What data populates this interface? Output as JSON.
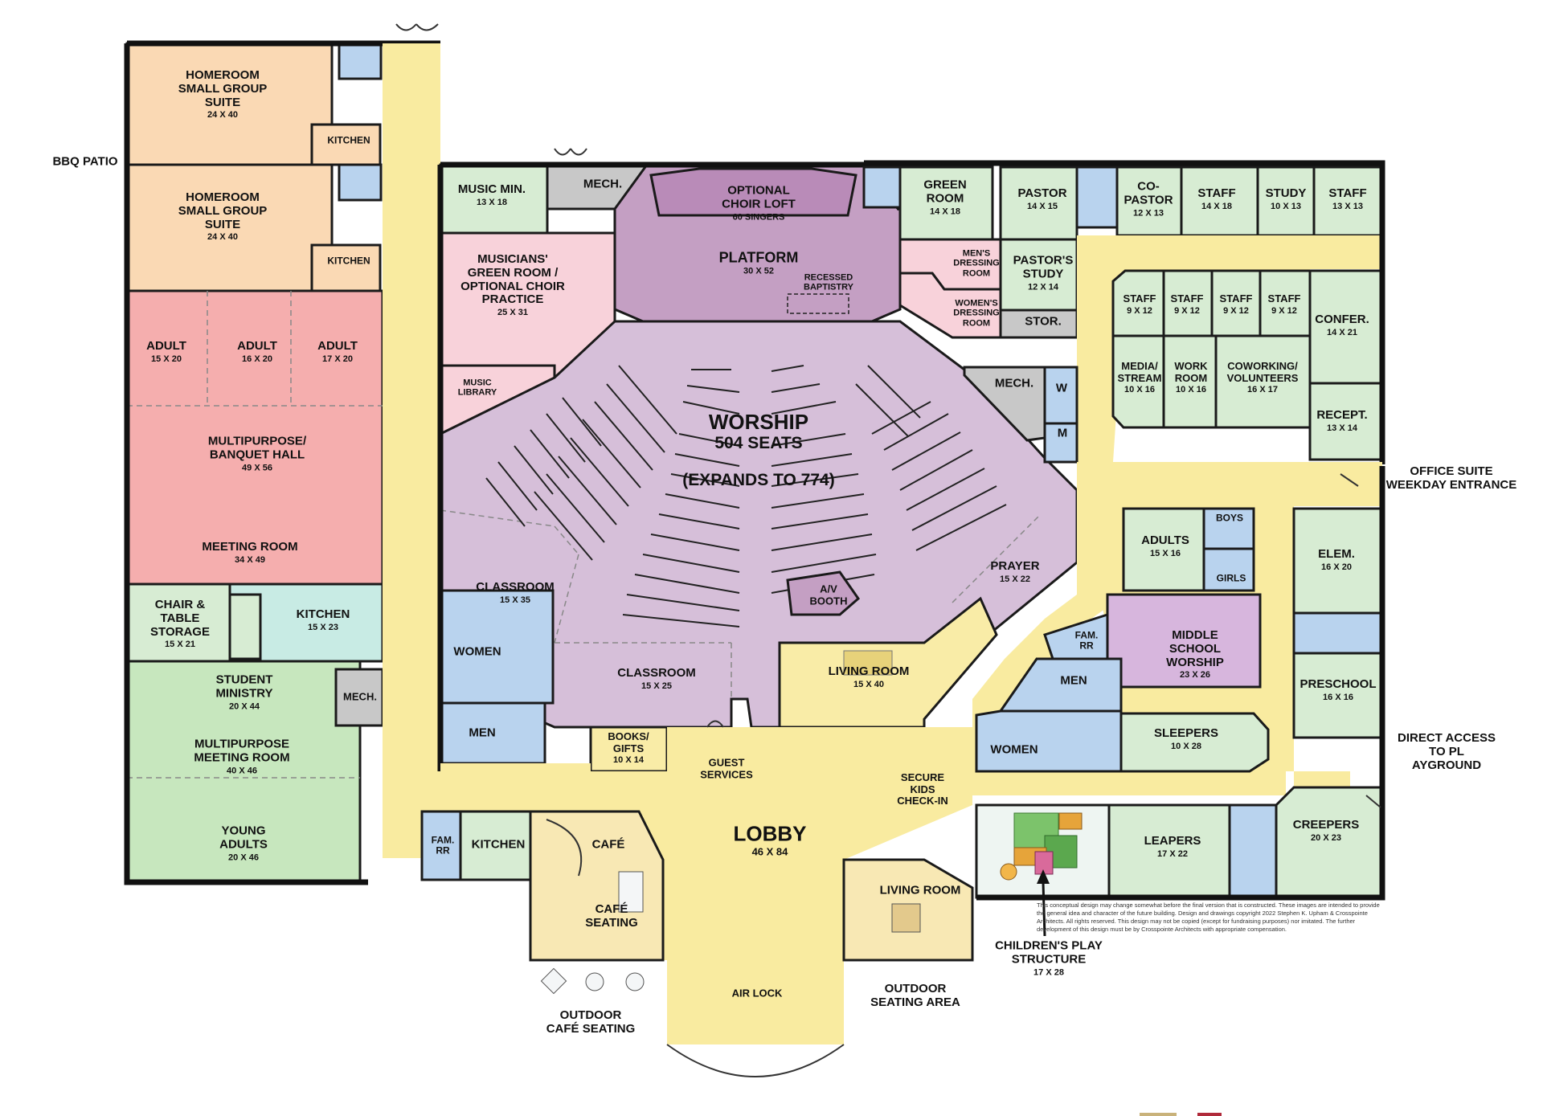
{
  "colors": {
    "corridor": "#f9eba0",
    "homeroom": "#fad9b4",
    "banquet": "#f5aeae",
    "green": "#d7ecd3",
    "student": "#c7e7be",
    "worship": "#d6bfd9",
    "platform": "#c49fc3",
    "pink": "#f8d2da",
    "restroom": "#b9d3ee",
    "mech": "#c8c8c8",
    "teal": "#c8ebe4",
    "purple": "#d7b6dd",
    "living": "#f9eca7",
    "cafe": "#f8e8b4"
  },
  "rooms": {
    "homeroom1": {
      "name": "HOMEROOM\nSMALL GROUP\nSUITE",
      "size": "24 X 40"
    },
    "kitchen1": {
      "name": "KITCHEN"
    },
    "homeroom2": {
      "name": "HOMEROOM\nSMALL GROUP\nSUITE",
      "size": "24 X 40"
    },
    "kitchen2": {
      "name": "KITCHEN"
    },
    "adult1": {
      "name": "ADULT",
      "size": "15 X 20"
    },
    "adult2": {
      "name": "ADULT",
      "size": "16 X 20"
    },
    "adult3": {
      "name": "ADULT",
      "size": "17 X 20"
    },
    "banquet": {
      "name": "MULTIPURPOSE/\nBANQUET HALL",
      "size": "49 X 56"
    },
    "meeting": {
      "name": "MEETING ROOM",
      "size": "34 X 49"
    },
    "chair_storage": {
      "name": "CHAIR &\nTABLE\nSTORAGE",
      "size": "15 X 21"
    },
    "kitchen_w": {
      "name": "KITCHEN",
      "size": "15 X 23"
    },
    "student": {
      "name": "STUDENT\nMINISTRY",
      "size": "20 X 44"
    },
    "mech_w": {
      "name": "MECH."
    },
    "multipurpose": {
      "name": "MULTIPURPOSE\nMEETING ROOM",
      "size": "40 X 46"
    },
    "young_adults": {
      "name": "YOUNG\nADULTS",
      "size": "20 X 46"
    },
    "music_min": {
      "name": "MUSIC MIN.",
      "size": "13 X 18"
    },
    "mech_n": {
      "name": "MECH."
    },
    "choir_loft": {
      "name": "OPTIONAL\nCHOIR LOFT",
      "size": "60 SINGERS"
    },
    "platform": {
      "name": "PLATFORM",
      "size": "30 X 52"
    },
    "baptistry": {
      "name": "RECESSED\nBAPTISTRY"
    },
    "musicians": {
      "name": "MUSICIANS'\nGREEN ROOM /\nOPTIONAL CHOIR\nPRACTICE",
      "size": "25 X 31"
    },
    "music_library": {
      "name": "MUSIC\nLIBRARY"
    },
    "worship_line1": "WORSHIP",
    "worship_line2": "504 SEATS",
    "worship_line3": "(EXPANDS TO 774)",
    "av_booth": {
      "name": "A/V\nBOOTH"
    },
    "classroom_w": {
      "name": "CLASSROOM",
      "size": "15 X 35"
    },
    "classroom_s": {
      "name": "CLASSROOM",
      "size": "15 X 25"
    },
    "prayer": {
      "name": "PRAYER",
      "size": "15 X 22"
    },
    "women_c": {
      "name": "WOMEN"
    },
    "men_c": {
      "name": "MEN"
    },
    "books": {
      "name": "BOOKS/\nGIFTS",
      "size": "10 X 14"
    },
    "guest": {
      "name": "GUEST\nSERVICES"
    },
    "living_c": {
      "name": "LIVING ROOM",
      "size": "15 X 40"
    },
    "lobby": {
      "name": "LOBBY",
      "size": "46 X 84"
    },
    "fam_rr_w": {
      "name": "FAM.\nRR"
    },
    "kitchen_lobby": {
      "name": "KITCHEN"
    },
    "cafe": {
      "name": "CAFÉ"
    },
    "cafe_seating": {
      "name": "CAFÉ\nSEATING"
    },
    "air_lock": {
      "name": "AIR LOCK"
    },
    "outdoor_cafe": {
      "name": "OUTDOOR\nCAFÉ SEATING"
    },
    "outdoor_seating": {
      "name": "OUTDOOR\nSEATING AREA"
    },
    "living_s": {
      "name": "LIVING ROOM"
    },
    "secure_kids": {
      "name": "SECURE\nKIDS\nCHECK-IN"
    },
    "play_structure": {
      "name": "CHILDREN'S PLAY\nSTRUCTURE",
      "size": "17 X 28"
    },
    "green_room": {
      "name": "GREEN\nROOM",
      "size": "14 X 18"
    },
    "mens_dressing": {
      "name": "MEN'S\nDRESSING\nROOM"
    },
    "womens_dressing": {
      "name": "WOMEN'S\nDRESSING\nROOM"
    },
    "pastor": {
      "name": "PASTOR",
      "size": "14 X 15"
    },
    "pastors_study": {
      "name": "PASTOR'S\nSTUDY",
      "size": "12 X 14"
    },
    "stor": {
      "name": "STOR."
    },
    "mech_e": {
      "name": "MECH."
    },
    "w_rr": {
      "name": "W"
    },
    "m_rr": {
      "name": "M"
    },
    "co_pastor": {
      "name": "CO-\nPASTOR",
      "size": "12 X 13"
    },
    "staff_a": {
      "name": "STAFF",
      "size": "14 X 18"
    },
    "study": {
      "name": "STUDY",
      "size": "10 X 13"
    },
    "staff_b": {
      "name": "STAFF",
      "size": "13 X 13"
    },
    "staff_c": {
      "name": "STAFF",
      "size": "9 X 12"
    },
    "staff_d": {
      "name": "STAFF",
      "size": "9 X 12"
    },
    "staff_e": {
      "name": "STAFF",
      "size": "9 X 12"
    },
    "staff_f": {
      "name": "STAFF",
      "size": "9 X 12"
    },
    "confer": {
      "name": "CONFER.",
      "size": "14 X 21"
    },
    "media": {
      "name": "MEDIA/\nSTREAM",
      "size": "10 X 16"
    },
    "work_room": {
      "name": "WORK\nROOM",
      "size": "10 X 16"
    },
    "coworking": {
      "name": "COWORKING/\nVOLUNTEERS",
      "size": "16 X 17"
    },
    "recept": {
      "name": "RECEPT.",
      "size": "13 X 14"
    },
    "adults_k": {
      "name": "ADULTS",
      "size": "15 X 16"
    },
    "boys": {
      "name": "BOYS"
    },
    "girls": {
      "name": "GIRLS"
    },
    "elem": {
      "name": "ELEM.",
      "size": "16 X 20"
    },
    "fam_rr_e": {
      "name": "FAM.\nRR"
    },
    "middle_school": {
      "name": "MIDDLE\nSCHOOL\nWORSHIP",
      "size": "23 X 26"
    },
    "men_e": {
      "name": "MEN"
    },
    "women_e": {
      "name": "WOMEN"
    },
    "preschool": {
      "name": "PRESCHOOL",
      "size": "16 X 16"
    },
    "sleepers": {
      "name": "SLEEPERS",
      "size": "10 X 28"
    },
    "leapers": {
      "name": "LEAPERS",
      "size": "17 X 22"
    },
    "creepers": {
      "name": "CREEPERS",
      "size": "20 X 23"
    }
  },
  "callouts": {
    "bbq_patio": "BBQ PATIO",
    "office_entrance": "OFFICE SUITE\nWEEKDAY ENTRANCE",
    "playground_access": "DIRECT ACCESS\nTO PL\nAYGROUND"
  },
  "disclaimer": "This conceptual design may change somewhat before the final version that is constructed. These images are intended to provide the general idea and character of the future building. Design and drawings copyright 2022 Stephen K. Upham & Crosspointe Architects. All rights reserved. This design may not be copied (except for fundraising purposes) nor imitated. The further development of this design must be by Crosspointe Architects with appropriate compensation."
}
